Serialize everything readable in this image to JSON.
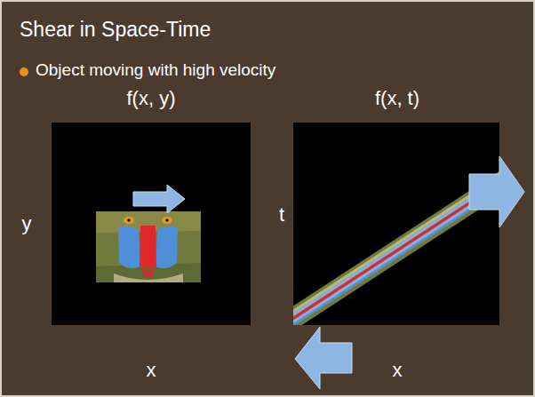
{
  "diagram": {
    "title": "Shear in Space-Time",
    "labels": [
      "Object moving with high velocity",
      "f(x, y)",
      "f(x, t)",
      "y",
      "x",
      "t",
      "x"
    ]
  }
}
